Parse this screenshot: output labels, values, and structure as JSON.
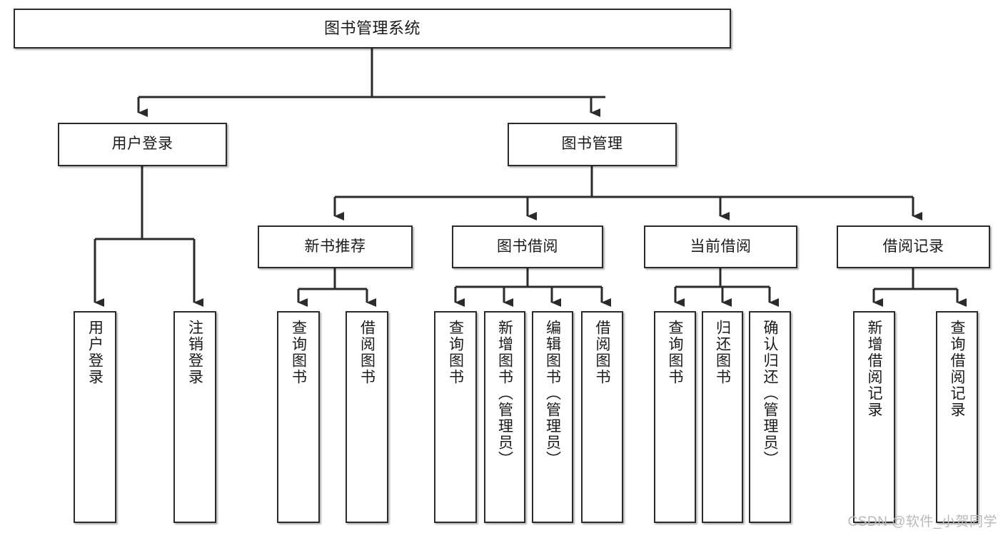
{
  "diagram": {
    "title": "图书管理系统",
    "type": "tree-hierarchy-diagram",
    "watermark": "CSDN @软件_小贺同学",
    "colors": {
      "box_border": "#2b2b2b",
      "box_fill": "#ffffff",
      "connector": "#2b2b2b",
      "text": "#1a1a1a",
      "watermark": "#b9b9b9"
    },
    "levels": {
      "root": {
        "label": "图书管理系统"
      },
      "level2": [
        {
          "label": "用户登录"
        },
        {
          "label": "图书管理"
        }
      ],
      "level3": [
        {
          "label": "新书推荐"
        },
        {
          "label": "图书借阅"
        },
        {
          "label": "当前借阅"
        },
        {
          "label": "借阅记录"
        }
      ],
      "leaves": {
        "user_login": [
          {
            "label": "用户登录"
          },
          {
            "label": "注销登录"
          }
        ],
        "new_book_recommend": [
          {
            "label": "查询图书"
          },
          {
            "label": "借阅图书"
          }
        ],
        "book_borrow": [
          {
            "label": "查询图书"
          },
          {
            "label": "新增图书（管理员）"
          },
          {
            "label": "编辑图书（管理员）"
          },
          {
            "label": "借阅图书"
          }
        ],
        "current_borrow": [
          {
            "label": "查询图书"
          },
          {
            "label": "归还图书"
          },
          {
            "label": "确认归还（管理员）"
          }
        ],
        "borrow_record": [
          {
            "label": "新增借阅记录"
          },
          {
            "label": "查询借阅记录"
          }
        ]
      }
    }
  }
}
